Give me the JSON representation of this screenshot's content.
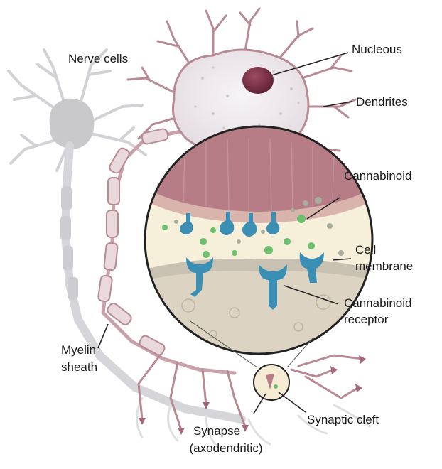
{
  "labels": {
    "nerve_cells": "Nerve cells",
    "nucleous": "Nucleous",
    "dendrites": "Dendrites",
    "cannabinoid": "Cannabinoid",
    "cell_membrane_1": "Cell",
    "cell_membrane_2": "membrane",
    "receptor_1": "Cannabinoid",
    "receptor_2": "receptor",
    "myelin_1": "Myelin",
    "myelin_2": "sheath",
    "synapse_1": "Synapse",
    "synapse_2": "(axodendritic)",
    "synaptic_cleft": "Synaptic cleft"
  },
  "colors": {
    "neuron_outline": "#b88a94",
    "neuron_fill": "#eeebee",
    "nucleus": "#7a2f45",
    "grey_neuron": "#c9c9cc",
    "receptor": "#3b8fb5",
    "cannabinoid": "#6dbf6d",
    "bubble_outline": "#222222"
  }
}
